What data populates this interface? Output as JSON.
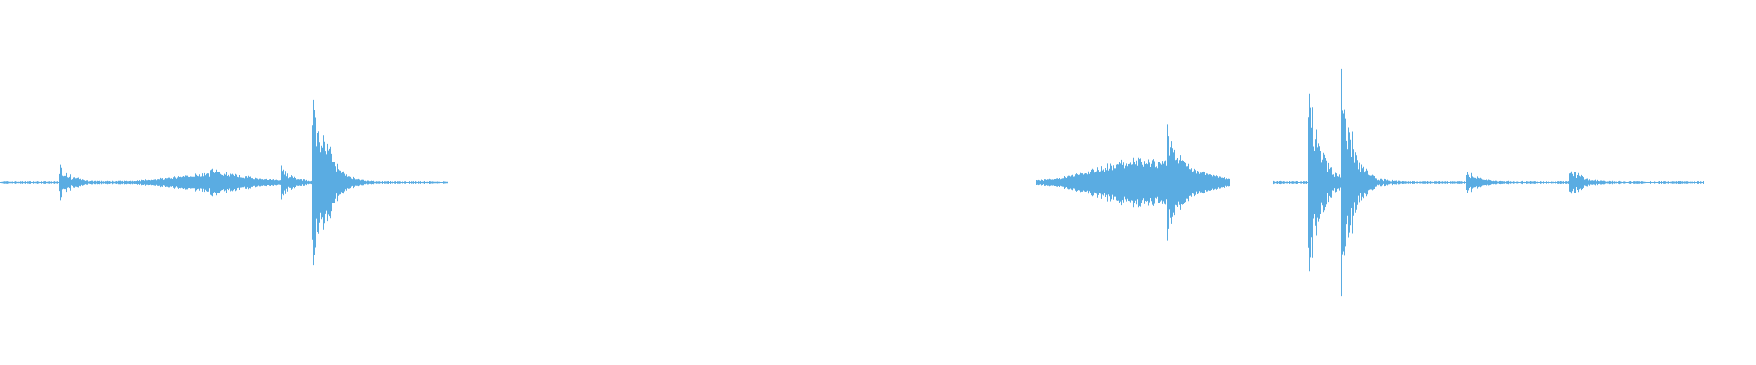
{
  "waveform": {
    "color": "#5aace2",
    "background": "#ffffff",
    "segments": [
      {
        "start": 0.0,
        "end": 0.255
      },
      {
        "start": 0.59,
        "end": 0.7
      },
      {
        "start": 0.725,
        "end": 0.97
      }
    ],
    "peaks": [
      {
        "pos": 0.034,
        "amp": 0.1
      },
      {
        "pos": 0.12,
        "amp": 0.04
      },
      {
        "pos": 0.16,
        "amp": 0.08
      },
      {
        "pos": 0.178,
        "amp": 0.5
      },
      {
        "pos": 0.184,
        "amp": 0.22
      },
      {
        "pos": 0.665,
        "amp": 0.22
      },
      {
        "pos": 0.745,
        "amp": 0.7
      },
      {
        "pos": 0.764,
        "amp": 0.7
      },
      {
        "pos": 0.835,
        "amp": 0.07
      },
      {
        "pos": 0.894,
        "amp": 0.1
      }
    ],
    "swells": [
      {
        "center": 0.12,
        "width": 0.03,
        "amp": 0.04
      },
      {
        "center": 0.65,
        "width": 0.035,
        "amp": 0.12
      }
    ]
  }
}
